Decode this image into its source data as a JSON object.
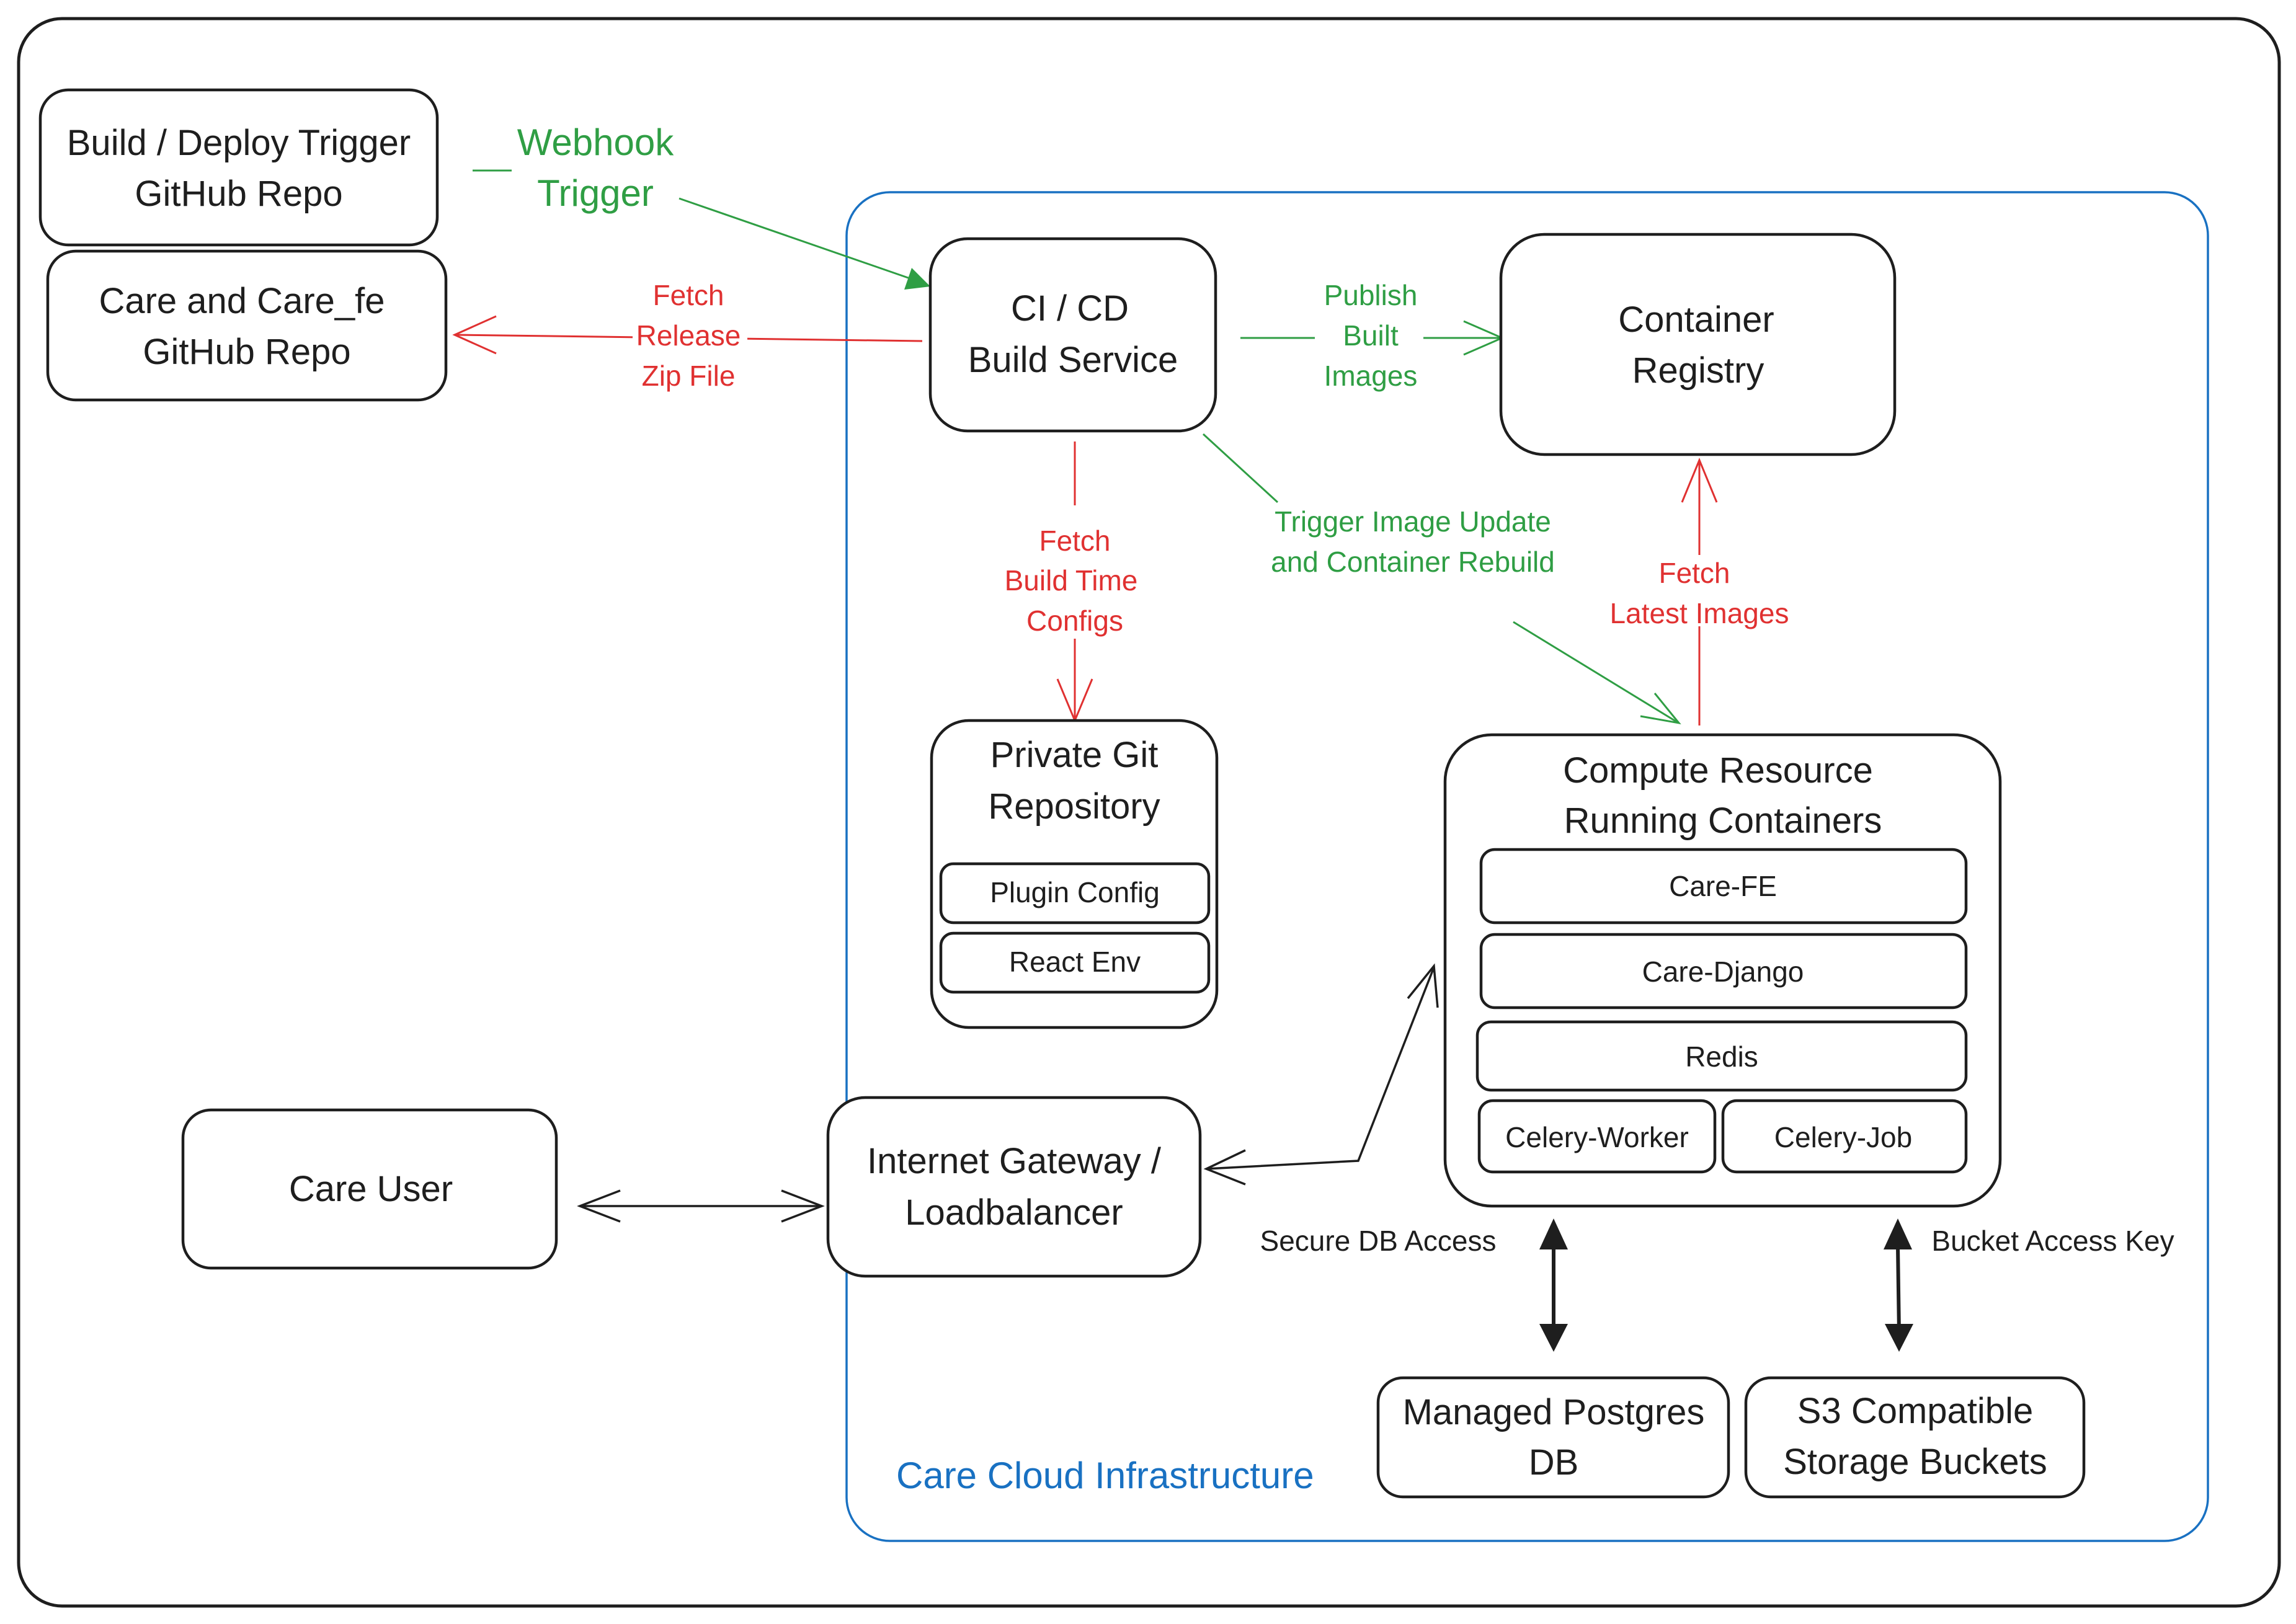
{
  "boxes": {
    "trigger_repo": [
      "Build / Deploy Trigger",
      "GitHub Repo"
    ],
    "care_repo": [
      "Care and Care_fe",
      "GitHub Repo"
    ],
    "cicd": [
      "CI / CD",
      "Build Service"
    ],
    "registry": [
      "Container",
      "Registry"
    ],
    "private_git": [
      "Private Git",
      "Repository"
    ],
    "plugin_config": "Plugin Config",
    "react_env": "React Env",
    "compute": [
      "Compute Resource",
      "Running Containers"
    ],
    "care_fe": "Care-FE",
    "care_django": "Care-Django",
    "redis": "Redis",
    "celery_worker": "Celery-Worker",
    "celery_job": "Celery-Job",
    "care_user": "Care User",
    "gateway": [
      "Internet Gateway /",
      "Loadbalancer"
    ],
    "postgres": [
      "Managed Postgres",
      "DB"
    ],
    "s3": [
      "S3 Compatible",
      "Storage Buckets"
    ]
  },
  "edge_labels": {
    "webhook": [
      "Webhook",
      "Trigger"
    ],
    "fetch_release": [
      "Fetch",
      "Release",
      "Zip File"
    ],
    "publish": [
      "Publish",
      "Built",
      "Images"
    ],
    "fetch_configs": [
      "Fetch",
      "Build Time",
      "Configs"
    ],
    "trigger_update": [
      "Trigger Image Update",
      "and Container Rebuild"
    ],
    "fetch_latest": [
      "Fetch",
      "Latest Images"
    ],
    "secure_db": "Secure DB Access",
    "bucket_key": "Bucket Access Key"
  },
  "cloud_label": "Care Cloud Infrastructure",
  "colors": {
    "red": "#e03131",
    "green": "#2f9e44",
    "blue": "#1971c2",
    "ink": "#1e1e1e"
  }
}
